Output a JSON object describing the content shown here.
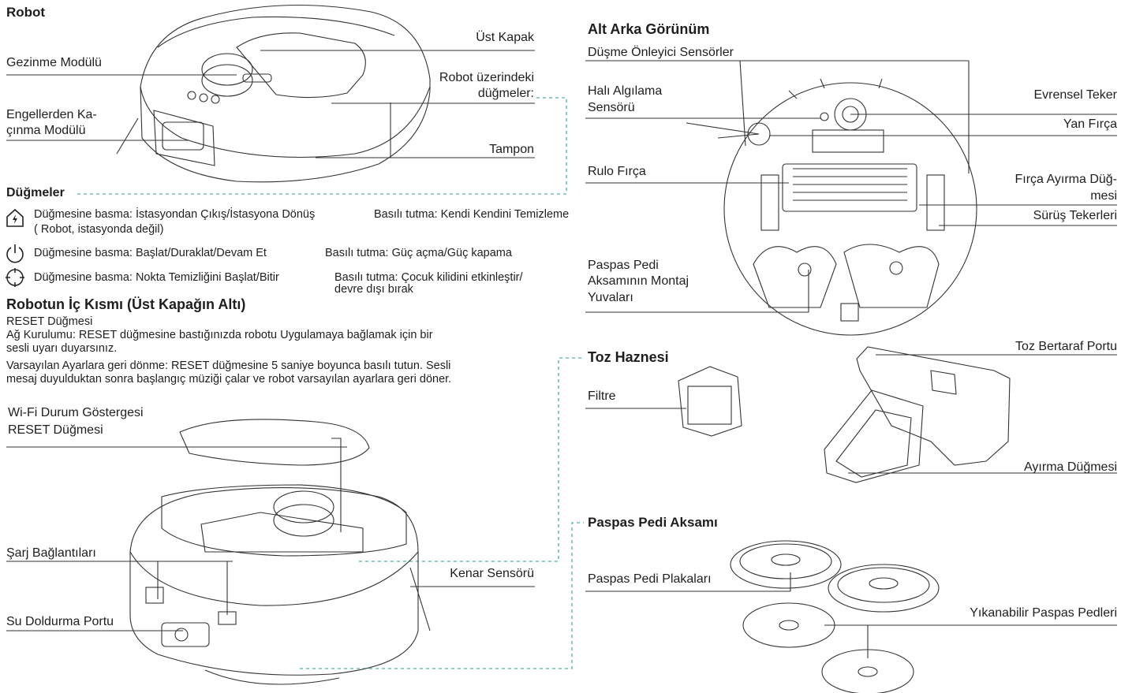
{
  "robot": {
    "title": "Robot",
    "labels": {
      "top_cover": "Üst Kapak",
      "nav_module": "Gezinme Modülü",
      "robot_buttons_1": "Robot üzerindeki",
      "robot_buttons_2": "düğmeler:",
      "obstacle_1": "Engellerden Ka-",
      "obstacle_2": "çınma Modülü",
      "bumper": "Tampon"
    }
  },
  "buttons": {
    "title": "Düğmeler",
    "rows": [
      {
        "icon": "home-return-icon",
        "press": "Düğmesine basma: İstasyondan Çıkış/İstasyona Dönüş",
        "hold": "Basılı tutma: Kendi Kendini Temizleme",
        "note": "( Robot, istasyonda değil)"
      },
      {
        "icon": "power-icon",
        "press": "Düğmesine basma: Başlat/Duraklat/Devam Et",
        "hold": "Basılı tutma: Güç açma/Güç kapama"
      },
      {
        "icon": "spot-clean-icon",
        "press": "Düğmesine basma: Nokta Temizliğini Başlat/Bitir",
        "hold_1": "Basılı tutma: Çocuk kilidini etkinleştir/",
        "hold_2": "devre dışı bırak"
      }
    ]
  },
  "inside": {
    "title": "Robotun İç Kısmı (Üst Kapağın Altı)",
    "reset_title": "RESET Düğmesi",
    "para1_line1": "Ağ Kurulumu: RESET düğmesine bastığınızda robotu Uygulamaya bağlamak için bir",
    "para1_line2": "sesli uyarı duyarsınız.",
    "para2_line1": "Varsayılan Ayarlara geri dönme: RESET düğmesine 5 saniye boyunca basılı tutun. Sesli",
    "para2_line2": "mesaj duyulduktan sonra başlangıç müziği çalar ve robot varsayılan ayarlara geri döner.",
    "labels": {
      "wifi": "Wi-Fi Durum Göstergesi",
      "reset": "RESET Düğmesi",
      "charge": "Şarj Bağlantıları",
      "water": "Su Doldurma Portu",
      "edge": "Kenar Sensörü"
    }
  },
  "bottom": {
    "title": "Alt Arka Görünüm",
    "labels": {
      "cliff": "Düşme Önleyici Sensörler",
      "carpet_1": "Halı Algılama",
      "carpet_2": "Sensörü",
      "caster": "Evrensel Teker",
      "side_brush": "Yan Fırça",
      "roller": "Rulo Fırça",
      "brush_release_1": "Fırça Ayırma Düğ-",
      "brush_release_2": "mesi",
      "drive_wheels": "Sürüş Tekerleri",
      "mop_mount_1": "Paspas Pedi",
      "mop_mount_2": "Aksamının Montaj",
      "mop_mount_3": "Yuvaları"
    }
  },
  "dustbin": {
    "title": "Toz Haznesi",
    "filter": "Filtre",
    "port": "Toz Bertaraf Portu",
    "release": "Ayırma Düğmesi"
  },
  "mop": {
    "title": "Paspas Pedi Aksamı",
    "plates": "Paspas Pedi Plakaları",
    "pads": "Yıkanabilir Paspas Pedleri"
  }
}
